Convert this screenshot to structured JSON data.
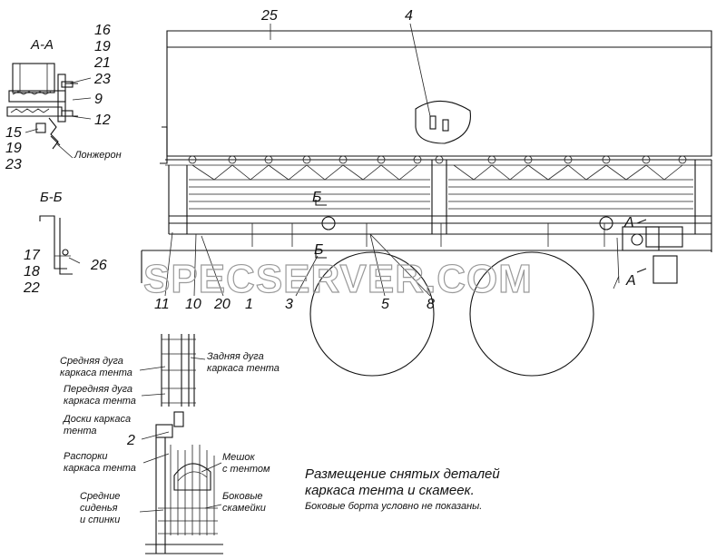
{
  "sections": {
    "aa": "А-А",
    "bb": "Б-Б",
    "a_arrow": "А",
    "b_arrow": "Б"
  },
  "callouts": {
    "aa_list": [
      "16",
      "19",
      "21",
      "23",
      "9",
      "12",
      "15",
      "19",
      "23"
    ],
    "bb_list": [
      "17",
      "18",
      "22",
      "26"
    ],
    "main": [
      "25",
      "4",
      "11",
      "10",
      "20",
      "1",
      "3",
      "5",
      "8",
      "2"
    ]
  },
  "notes": {
    "longeron": "Лонжерон",
    "middle_arc": [
      "Средняя дуга",
      "каркаса тента"
    ],
    "rear_arc": [
      "Задняя дуга",
      "каркаса тента"
    ],
    "front_arc": [
      "Передняя дуга",
      "каркаса тента"
    ],
    "boards": [
      "Доски каркаса",
      "тента"
    ],
    "struts": [
      "Распорки",
      "каркаса тента"
    ],
    "bag": [
      "Мешок",
      "с тентом"
    ],
    "side_benches": [
      "Боковые",
      "скамейки"
    ],
    "middle_seats": [
      "Средние",
      "сиденья",
      "и спинки"
    ]
  },
  "caption": {
    "line1": "Размещение снятых деталей",
    "line2": "каркаса тента и скамеек.",
    "line3": "Боковые борта условно не показаны."
  },
  "watermark": "SPECSERVER.COM"
}
